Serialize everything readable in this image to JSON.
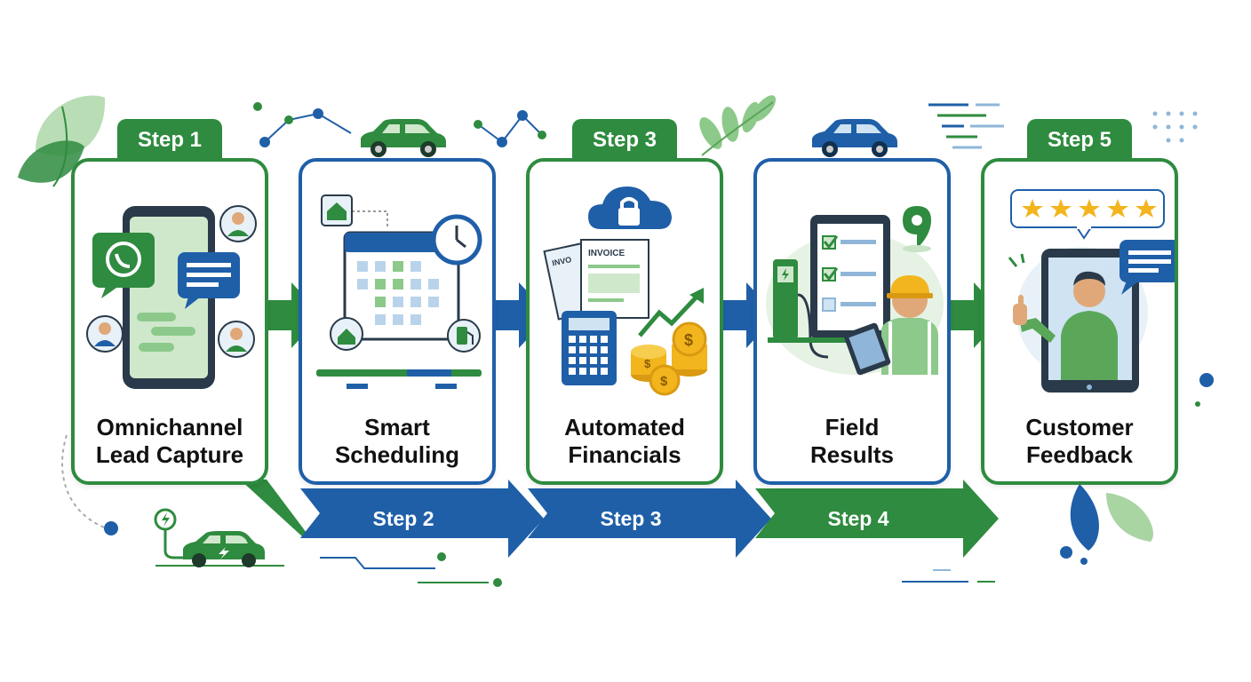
{
  "steps": [
    {
      "tab": "Step 1",
      "title_line1": "Omnichannel",
      "title_line2": "Lead Capture"
    },
    {
      "tab": "",
      "title_line1": "Smart",
      "title_line2": "Scheduling"
    },
    {
      "tab": "Step 3",
      "title_line1": "Automated",
      "title_line2": "Financials"
    },
    {
      "tab": "",
      "title_line1": "Field",
      "title_line2": "Results"
    },
    {
      "tab": "Step 5",
      "title_line1": "Customer",
      "title_line2": "Feedback"
    }
  ],
  "bottom_steps": [
    "Step 2",
    "Step 3",
    "Step 4"
  ],
  "invoice_label": "INVOICE",
  "invoice_label_back": "INVO",
  "currency_symbol": "$",
  "colors": {
    "green": "#2e8b3f",
    "blue": "#1f5fa8",
    "light_green": "#a8d5a2",
    "light_blue": "#cfe3f2",
    "gold": "#f2b51d"
  }
}
